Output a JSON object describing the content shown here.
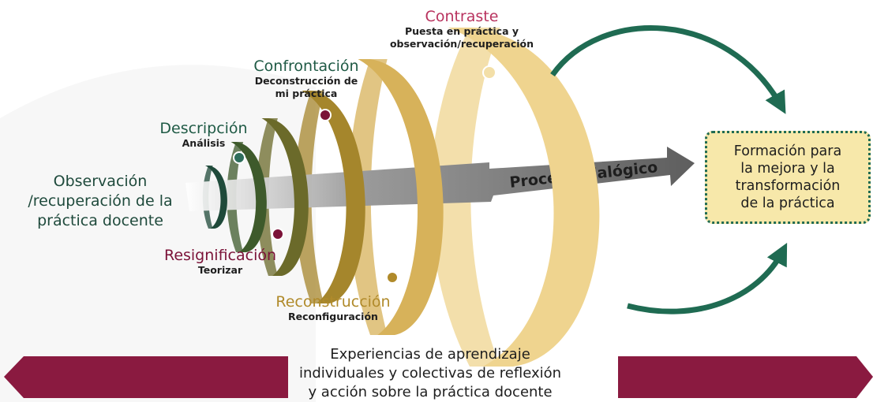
{
  "start_label": "Observación\n/recuperación de la\npráctica docente",
  "stages": [
    {
      "id": "descripcion",
      "title": "Descripción",
      "subtitle": "Análisis",
      "title_color": "#1f5a45",
      "dot_color": "#2f6e5c"
    },
    {
      "id": "resignificacion",
      "title": "Resignificación",
      "subtitle": "Teorizar",
      "title_color": "#7b1238",
      "dot_color": "#7b1238"
    },
    {
      "id": "confrontacion",
      "title": "Confrontación",
      "subtitle": "Deconstrucción de\nmi práctica",
      "title_color": "#1f5a45",
      "dot_color": "#7b1238"
    },
    {
      "id": "reconstruccion",
      "title": "Reconstrucción",
      "subtitle": "Reconfiguración",
      "title_color": "#b08a2a",
      "dot_color": "#b08a2a"
    },
    {
      "id": "contraste",
      "title": "Contraste",
      "subtitle": "Puesta en práctica y\nobservación/recuperación",
      "title_color": "#b8325e",
      "dot_color": "#f3dfa8"
    }
  ],
  "arrow_label": "Proceso dialógico",
  "target_label": "Formación para\nla mejora y la\ntransformación\nde la práctica",
  "footer_text": "Experiencias de aprendizaje\nindividuales y colectivas de reflexión\ny acción sobre la práctica docente",
  "colors": {
    "ring_gradient": [
      "#1f4a3a",
      "#3e5a2b",
      "#6b6a2a",
      "#a5862c",
      "#d7b25a",
      "#efd48f"
    ],
    "curve_arrow": "#1f6b52",
    "banner": "#8a1a40",
    "arrow_body": "#7a7a7a",
    "target_fill": "#f7e8aa"
  }
}
